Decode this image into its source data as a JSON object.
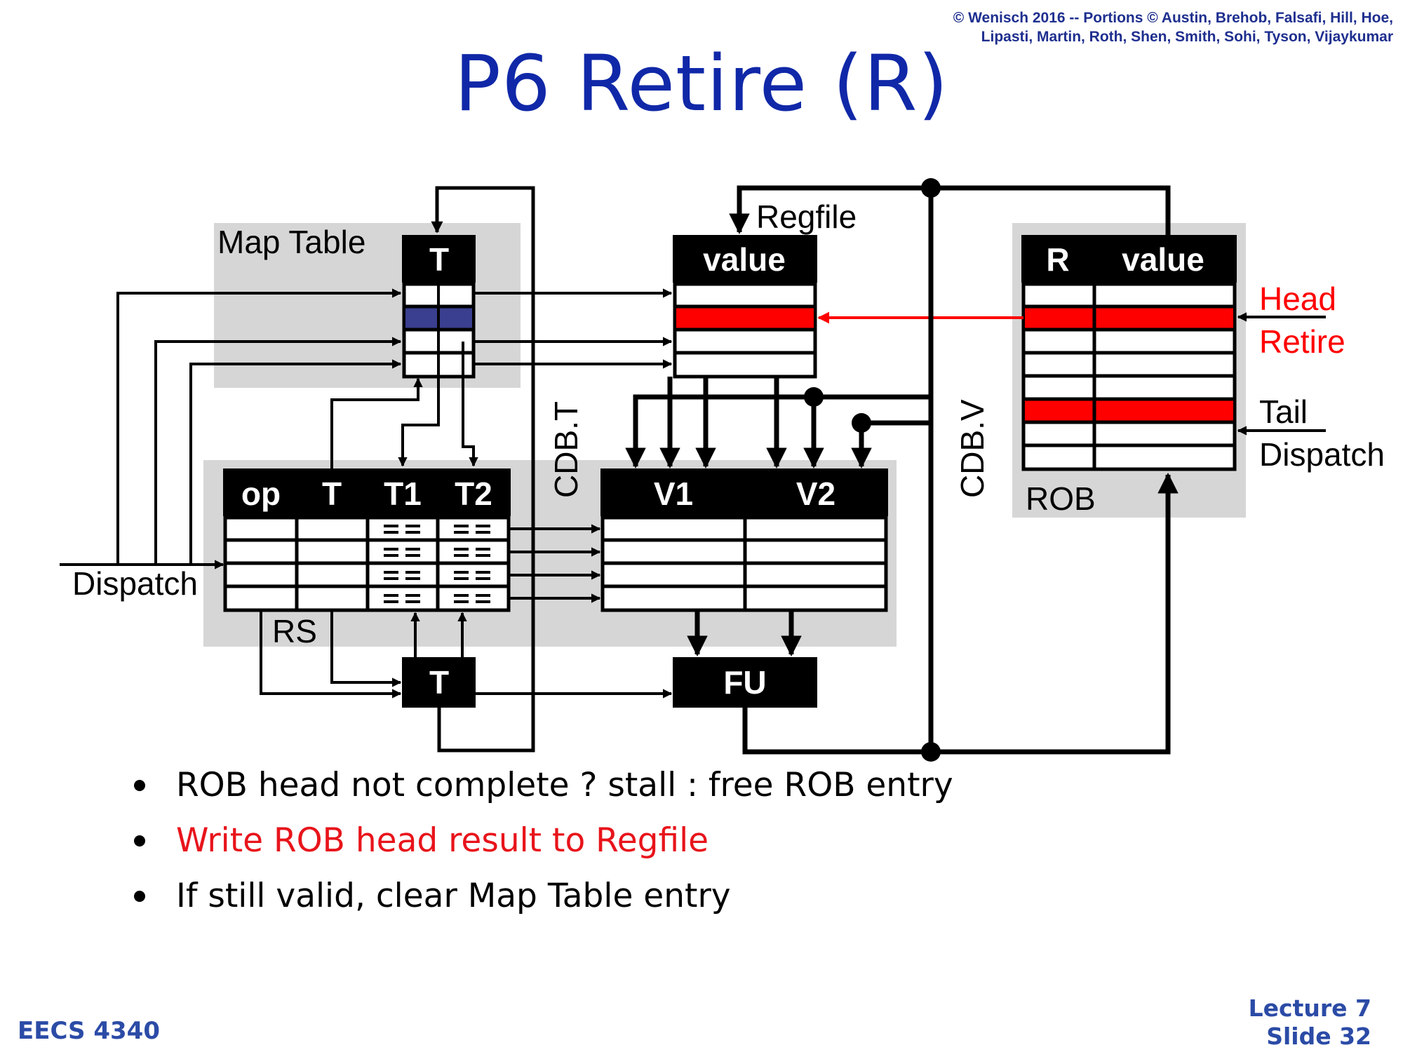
{
  "copyright": {
    "line1": "© Wenisch 2016 -- Portions © Austin, Brehob, Falsafi, Hill, Hoe,",
    "line2": "Lipasti, Martin, Roth, Shen, Smith, Sohi, Tyson, Vijaykumar"
  },
  "title": "P6 Retire (R)",
  "diagram": {
    "map_table": {
      "label": "Map Table",
      "header": "T"
    },
    "regfile": {
      "label": "Regfile",
      "header": "value"
    },
    "rob": {
      "label": "ROB",
      "header_r": "R",
      "header_value": "value",
      "head": "Head",
      "retire": "Retire",
      "tail": "Tail",
      "dispatch": "Dispatch"
    },
    "rs": {
      "label": "RS",
      "headers": [
        "op",
        "T",
        "T1",
        "T2",
        "V1",
        "V2"
      ],
      "dispatch": "Dispatch"
    },
    "tag_unit": "T",
    "fu": "FU",
    "cdb_t": "CDB.T",
    "cdb_v": "CDB.V",
    "colors": {
      "highlight_red": "#ff0000",
      "map_blue": "#3a3f8f",
      "panel_gray": "#d6d6d6"
    }
  },
  "bullets": [
    {
      "text": "ROB head not complete ? stall : free ROB entry",
      "color": "black"
    },
    {
      "text": "Write ROB head result to Regfile",
      "color": "red"
    },
    {
      "text": "If still valid, clear Map Table entry",
      "color": "black"
    }
  ],
  "footer": {
    "course": "EECS 4340",
    "lecture": "Lecture 7",
    "slide": "Slide 32"
  }
}
